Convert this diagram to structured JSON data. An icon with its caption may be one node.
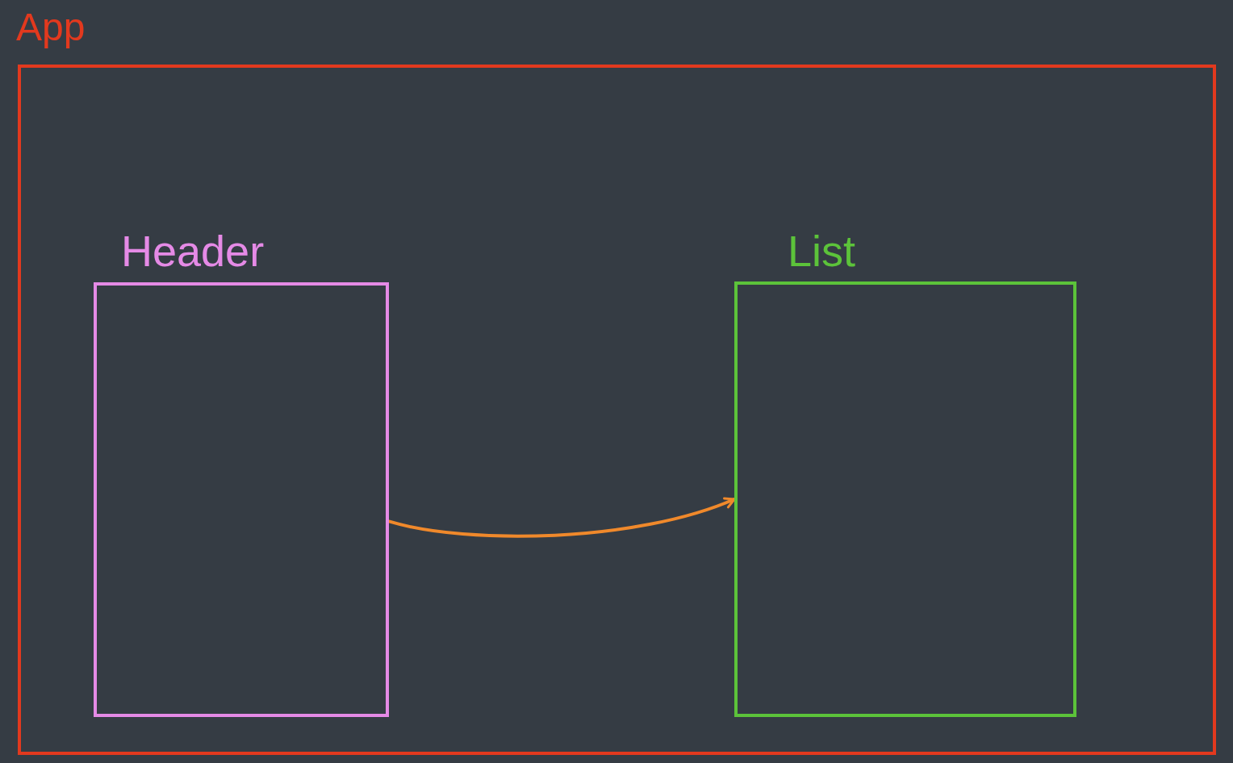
{
  "diagram": {
    "nodes": [
      {
        "text": [
          "App"
        ]
      },
      {
        "text": [
          "Header"
        ],
        "in": 0
      },
      {
        "text": [
          "List"
        ],
        "in": 0
      }
    ],
    "edges": [
      {
        "from": 1,
        "to": 2,
        "arrow": "to"
      }
    ]
  }
}
